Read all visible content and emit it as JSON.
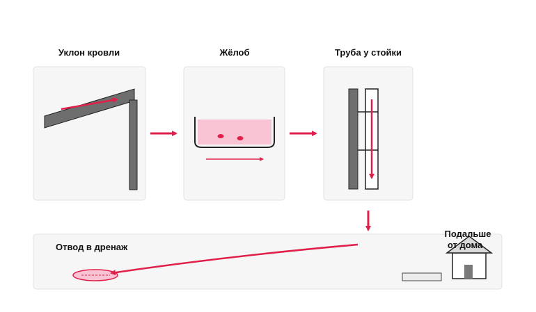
{
  "steps": {
    "roof_slope": "Уклон кровли",
    "gutter": "Жёлоб",
    "downpipe": "Труба у стойки"
  },
  "bottom": {
    "drain": "Отвод в дренаж",
    "away_line1": "Подальше",
    "away_line2": "от дома"
  },
  "colors": {
    "accent": "#e0204a",
    "water_fill": "#f8c3d3",
    "panel_bg": "#f6f6f6",
    "panel_border": "#e2e2e2",
    "structure": "#6e6e6e"
  }
}
